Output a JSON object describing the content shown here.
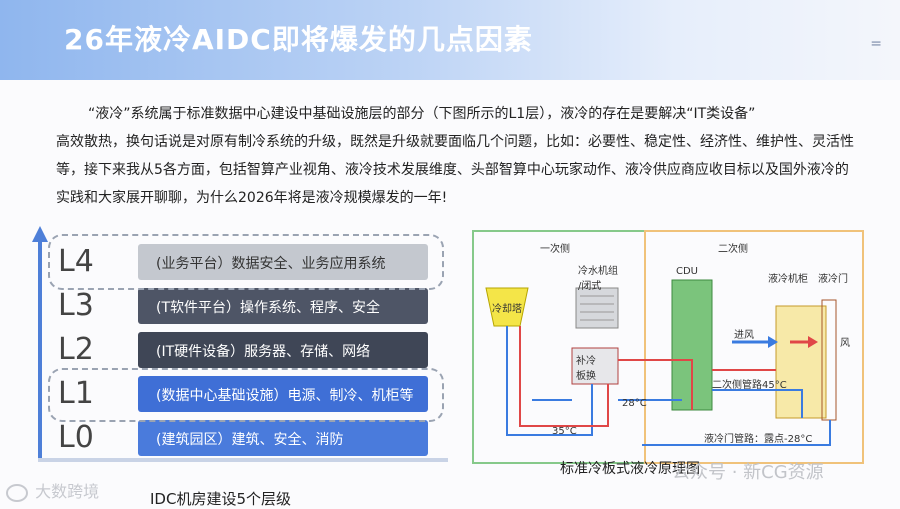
{
  "header": {
    "title": "26年液冷AIDC即将爆发的几点因素",
    "menu_icon": "menu-icon"
  },
  "intro": {
    "line1": "“液冷”系统属于标准数据中心建设中基础设施层的部分（下图所示的L1层），液冷的存在是要解决“IT类设备”",
    "rest": "高效散热，换句话说是对原有制冷系统的升级，既然是升级就要面临几个问题，比如：必要性、稳定性、经济性、维护性、灵活性等，接下来我从5各方面，包括智算产业视角、液冷技术发展维度、头部智算中心玩家动作、液冷供应商应收目标以及国外液冷的实践和大家展开聊聊，为什么2026年将是液冷规模爆发的一年!"
  },
  "layers": [
    {
      "tag": "L4",
      "text": "(业务平台）数据安全、业务应用系统",
      "color": "#a9aeb8"
    },
    {
      "tag": "L3",
      "text": "(T软件平台）操作系统、程序、安全",
      "color": "#4e5566"
    },
    {
      "tag": "L2",
      "text": "(IT硬件设备）服务器、存储、网络",
      "color": "#3f4656"
    },
    {
      "tag": "L1",
      "text": "(数据中心基础设施）电源、制冷、机柜等",
      "color": "#3f6fd6"
    },
    {
      "tag": "L0",
      "text": "(建筑园区）建筑、安全、消防",
      "color": "#4a7bdc"
    }
  ],
  "stack_caption": "IDC机房建设5个层级",
  "diagram": {
    "primary_side": "一次侧",
    "secondary_side": "二次侧",
    "cooling_tower": "冷却塔",
    "chiller": "冷水机组\n/闭式",
    "makeup": "补冷\n板换",
    "cdu": "CDU",
    "rack": "液冷机柜",
    "door": "液冷门",
    "inlet": "进风",
    "outlet": "风",
    "secondary_pipe": "二次侧管路45°C",
    "temp_28": "28°C",
    "temp_35": "35°C",
    "door_pipe": "液冷门管路：露点-28°C",
    "caption": "标准冷板式液冷原理图"
  },
  "watermarks": {
    "left": "大数跨境",
    "right": "公众号 · 新CG资源"
  }
}
